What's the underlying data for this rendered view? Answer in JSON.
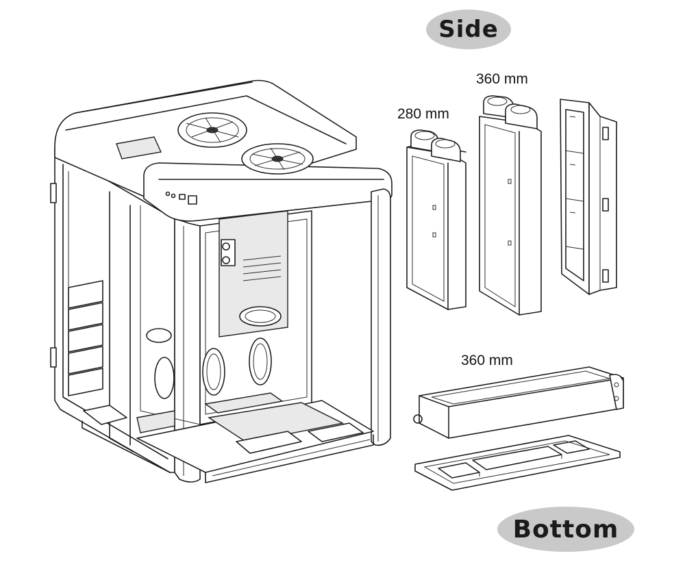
{
  "badges": {
    "side": "Side",
    "bottom": "Bottom"
  },
  "labels": {
    "radiator_280": "280 mm",
    "radiator_360_side": "360 mm",
    "radiator_360_bottom": "360 mm"
  },
  "colors": {
    "badge_fill": "#c9c9c9",
    "line": "#1c1c1c",
    "background": "#ffffff"
  }
}
